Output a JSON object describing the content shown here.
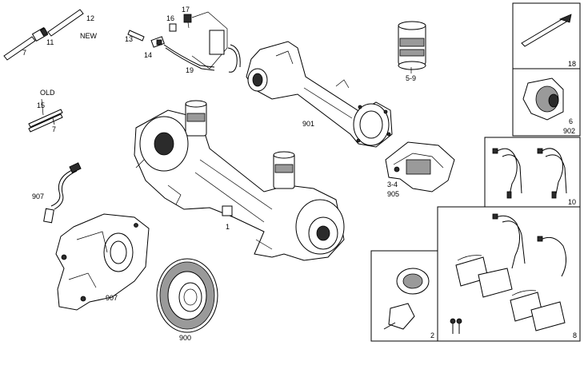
{
  "labels": {
    "l7a": "7",
    "l11": "11",
    "l12": "12",
    "new": "NEW",
    "l13": "13",
    "l14": "14",
    "l16": "16",
    "l17": "17",
    "l19": "19",
    "old": "OLD",
    "l15": "15",
    "l7b": "7",
    "l901": "901",
    "l59": "5-9",
    "l1": "1",
    "l907a": "907",
    "l907b": "907",
    "l34": "3-4",
    "l905": "905",
    "l900": "900",
    "l18": "18",
    "l6": "6",
    "l902": "902",
    "l10": "10",
    "l2": "2",
    "l8": "8"
  }
}
